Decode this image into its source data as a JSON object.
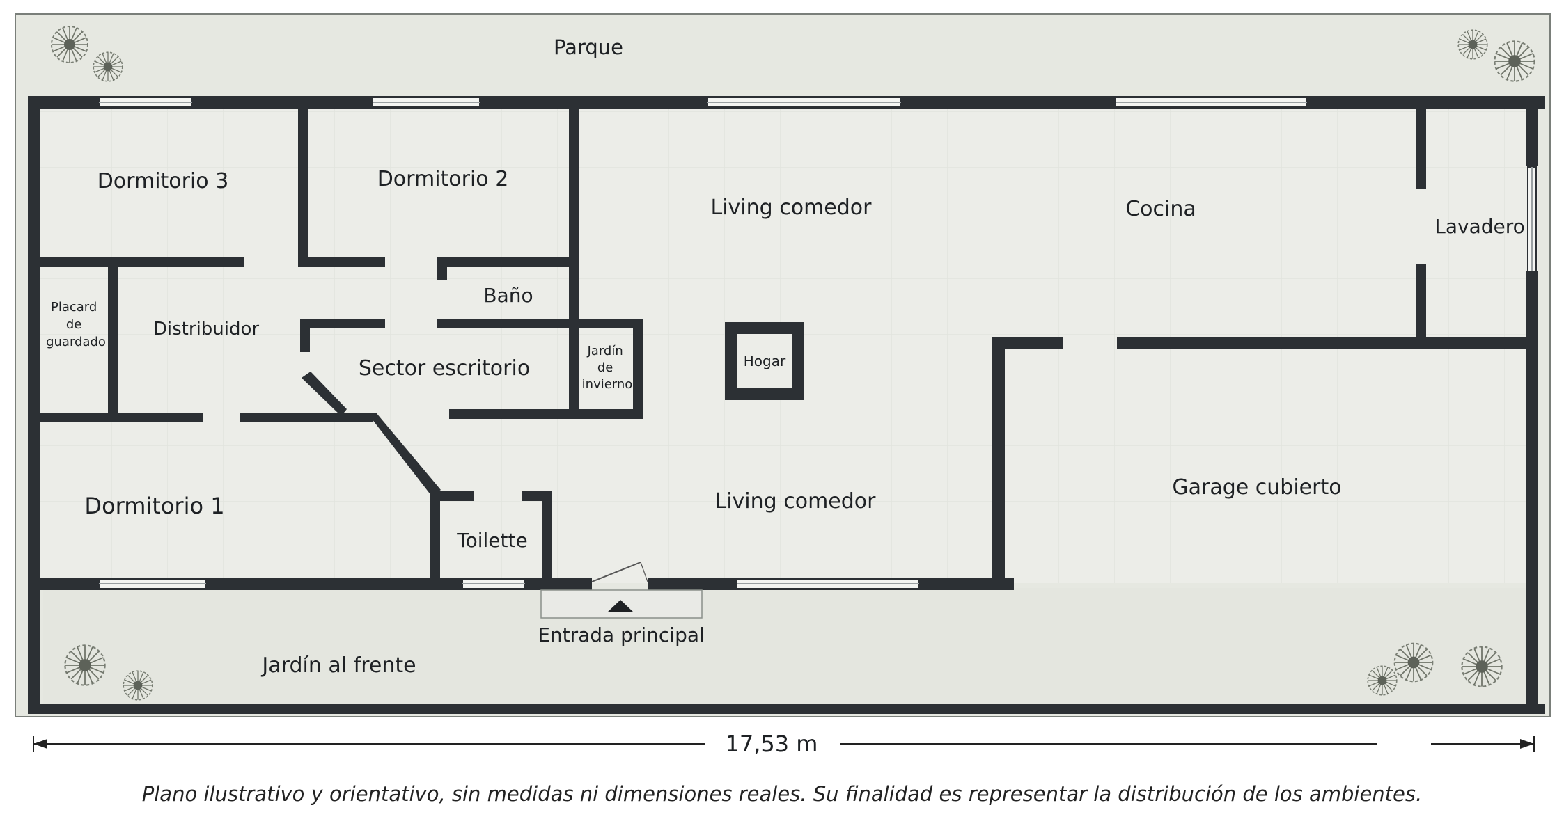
{
  "rooms": {
    "parque": "Parque",
    "dormitorio_3": "Dormitorio 3",
    "dormitorio_2": "Dormitorio 2",
    "living_comedor_top": "Living comedor",
    "cocina": "Cocina",
    "lavadero": "Lavadero",
    "placard": [
      "Placard",
      "de",
      "guardado"
    ],
    "distribuidor": "Distribuidor",
    "bano": "Baño",
    "sector_escritorio": "Sector escritorio",
    "jardin_invierno": [
      "Jardín",
      "de",
      "invierno"
    ],
    "hogar": "Hogar",
    "dormitorio_1": "Dormitorio 1",
    "toilette": "Toilette",
    "living_comedor_bottom": "Living comedor",
    "garage": "Garage cubierto",
    "entrada": "Entrada principal",
    "jardin_frente": "Jardín al frente"
  },
  "dimension": "17,53 m",
  "note": "Plano ilustrativo y orientativo, sin medidas ni dimensiones reales. Su finalidad es representar la distribución de los ambientes.",
  "colors": {
    "wall": "#2c3034",
    "floor": "#ecede8",
    "lot": "#e6e8e1",
    "tree": "#6e7368"
  }
}
